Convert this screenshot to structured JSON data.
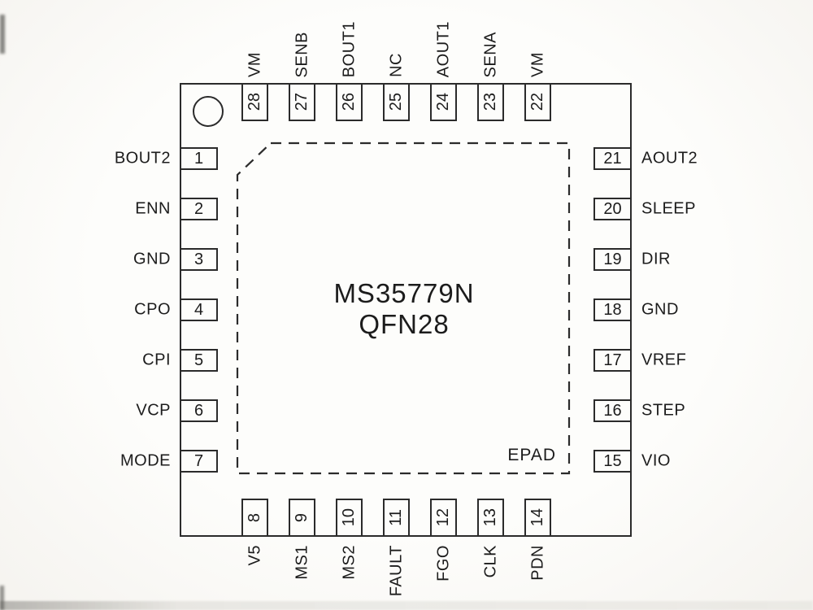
{
  "title": {
    "line1": "MS35779N",
    "line2": "QFN28"
  },
  "epad_label": "EPAD",
  "colors": {
    "line": "#2b2b2b",
    "background": "#fbfaf7",
    "text": "#1c1c1c"
  },
  "icons": {
    "pin1_indicator": "pin-1-indicator-circle"
  },
  "pins": {
    "top": [
      {
        "number": "28",
        "label": "VM"
      },
      {
        "number": "27",
        "label": "SENB"
      },
      {
        "number": "26",
        "label": "BOUT1"
      },
      {
        "number": "25",
        "label": "NC"
      },
      {
        "number": "24",
        "label": "AOUT1"
      },
      {
        "number": "23",
        "label": "SENA"
      },
      {
        "number": "22",
        "label": "VM"
      }
    ],
    "bottom": [
      {
        "number": "8",
        "label": "V5"
      },
      {
        "number": "9",
        "label": "MS1"
      },
      {
        "number": "10",
        "label": "MS2"
      },
      {
        "number": "11",
        "label": "FAULT"
      },
      {
        "number": "12",
        "label": "FGO"
      },
      {
        "number": "13",
        "label": "CLK"
      },
      {
        "number": "14",
        "label": "PDN"
      }
    ],
    "left": [
      {
        "number": "1",
        "label": "BOUT2"
      },
      {
        "number": "2",
        "label": "ENN"
      },
      {
        "number": "3",
        "label": "GND"
      },
      {
        "number": "4",
        "label": "CPO"
      },
      {
        "number": "5",
        "label": "CPI"
      },
      {
        "number": "6",
        "label": "VCP"
      },
      {
        "number": "7",
        "label": "MODE"
      }
    ],
    "right": [
      {
        "number": "21",
        "label": "AOUT2"
      },
      {
        "number": "20",
        "label": "SLEEP"
      },
      {
        "number": "19",
        "label": "DIR"
      },
      {
        "number": "18",
        "label": "GND"
      },
      {
        "number": "17",
        "label": "VREF"
      },
      {
        "number": "16",
        "label": "STEP"
      },
      {
        "number": "15",
        "label": "VIO"
      }
    ]
  }
}
